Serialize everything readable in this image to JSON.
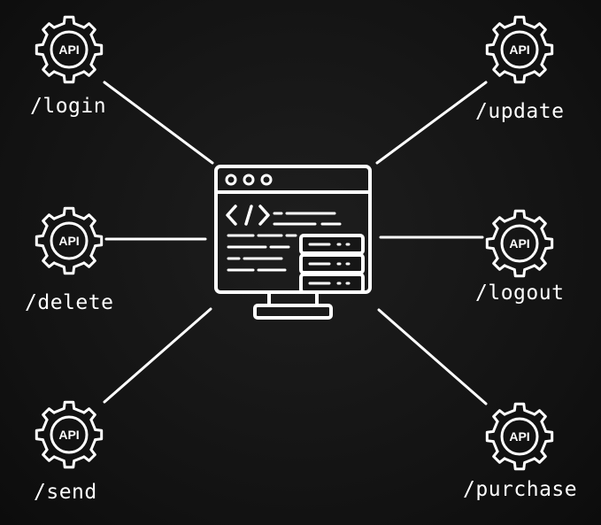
{
  "colors": {
    "background": "#141414",
    "foreground": "#ffffff"
  },
  "central_node": {
    "icon": "computer-code-server-icon",
    "code_glyph": "</>"
  },
  "endpoint_icon": "api-gear-icon",
  "endpoints": [
    {
      "badge": "API",
      "label": "/login"
    },
    {
      "badge": "API",
      "label": "/update"
    },
    {
      "badge": "API",
      "label": "/delete"
    },
    {
      "badge": "API",
      "label": "/logout"
    },
    {
      "badge": "API",
      "label": "/send"
    },
    {
      "badge": "API",
      "label": "/purchase"
    }
  ]
}
